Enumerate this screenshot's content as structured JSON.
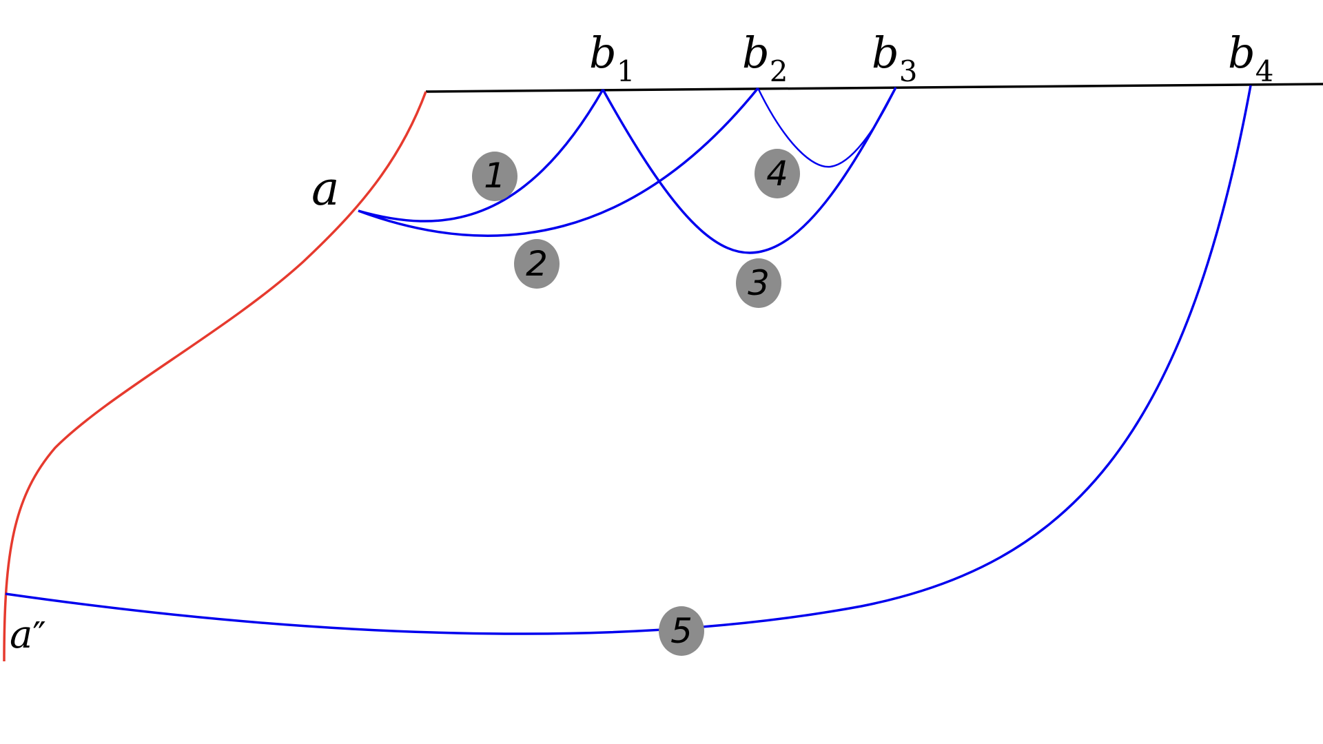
{
  "colors": {
    "boundary": "#000000",
    "red_curve": "#e63a2e",
    "arcs": "#0000ee",
    "badge_fill": "#8c8c8c",
    "badge_text": "#000000",
    "background": "#ffffff"
  },
  "labels": {
    "a": {
      "base": "a",
      "sub": ""
    },
    "a_double_prime": {
      "base": "a",
      "sub": "″"
    },
    "b1": {
      "base": "b",
      "sub": "1"
    },
    "b2": {
      "base": "b",
      "sub": "2"
    },
    "b3": {
      "base": "b",
      "sub": "3"
    },
    "b4": {
      "base": "b",
      "sub": "4"
    }
  },
  "badges": [
    "1",
    "2",
    "3",
    "4",
    "5"
  ]
}
